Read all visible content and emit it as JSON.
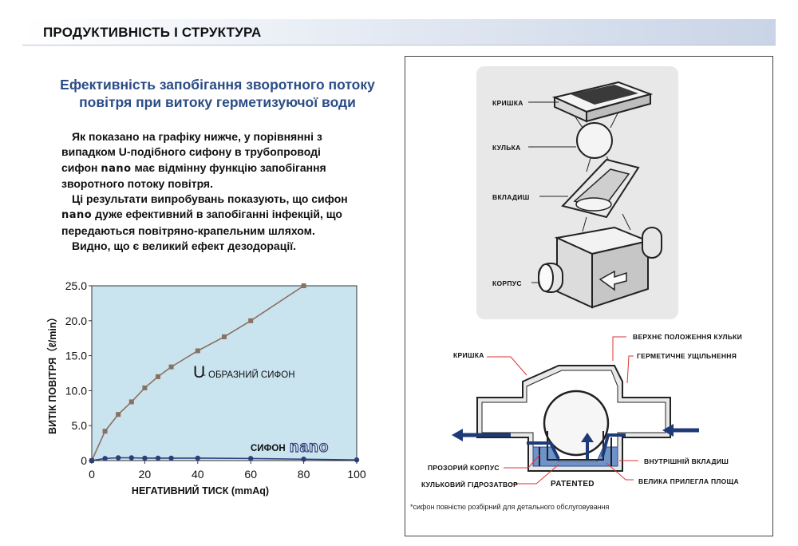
{
  "header": {
    "title": "ПРОДУКТИВНІСТЬ І СТРУКТУРА"
  },
  "subtitle": {
    "line1": "Ефективність запобігання зворотного потоку",
    "line2": "повітря при витоку герметизуючої води"
  },
  "body": {
    "p1_a": "Як показано на графіку нижче, у порівнянні з",
    "p1_b": "випадком U-подібного сифону в трубопроводі",
    "p1_c1": "сифон ",
    "p1_c_nano": "nano",
    "p1_c2": " має відмінну функцію запобігання",
    "p1_d": "зворотного потоку повітря.",
    "p2_a": "Ці результати випробувань показують, що сифон",
    "p2_b_nano": "nano",
    "p2_b": " дуже ефективний в запобіганні інфекцій, що",
    "p2_c": "передаються повітряно-крапельним шляхом.",
    "p3": "Видно, що є великий ефект дезодорації."
  },
  "chart_data": {
    "type": "line",
    "xlabel": "НЕГАТИВНИЙ ТИСК (mmAq)",
    "ylabel": "ВИТІК ПОВІТРЯ（ℓ/min）",
    "xlim": [
      0,
      100
    ],
    "ylim": [
      0,
      25
    ],
    "x_ticks": [
      0,
      20,
      40,
      60,
      80,
      100
    ],
    "y_ticks": [
      "0",
      "5.0",
      "10.0",
      "15.0",
      "20.0",
      "25.0"
    ],
    "grid": false,
    "background": "#c9e3ef",
    "series": [
      {
        "name": "U - ОБРАЗНИЙ СИФОН",
        "color": "#8a7060",
        "x": [
          0,
          5,
          10,
          15,
          20,
          25,
          30,
          40,
          50,
          60,
          80
        ],
        "y": [
          0,
          4.2,
          6.6,
          8.4,
          10.4,
          12.0,
          13.4,
          15.7,
          17.7,
          20.0,
          25.0
        ]
      },
      {
        "name": "СИФОН nano",
        "color": "#2a3f7a",
        "x": [
          0,
          5,
          10,
          15,
          20,
          25,
          30,
          40,
          60,
          80,
          100
        ],
        "y": [
          0,
          0.3,
          0.4,
          0.4,
          0.35,
          0.35,
          0.35,
          0.35,
          0.3,
          0.2,
          0.1
        ]
      }
    ],
    "annotations": {
      "u_label_big": "U",
      "u_label_rest": " - ОБРАЗНИЙ СИФОН",
      "nano_label_prefix": "СИФОН ",
      "nano_label_logo": "nano"
    }
  },
  "diagram": {
    "exploded_labels": {
      "lid": "КРИШКА",
      "ball": "КУЛЬКА",
      "insert": "ВКЛАДИШ",
      "body": "КОРПУС"
    },
    "section_labels": {
      "lid": "КРИШКА",
      "ball_top": "ВЕРХНЄ ПОЛОЖЕННЯ КУЛЬКИ",
      "seal": "ГЕРМЕТИЧНЕ УЩІЛЬНЕННЯ",
      "inner_insert": "ВНУТРІШНІЙ ВКЛАДИШ",
      "clear_body": "ПРОЗОРИЙ КОРПУС",
      "ball_seal": "КУЛЬКОВИЙ ГІДРОЗАТВОР",
      "contact": "ВЕЛИКА ПРИЛЕГЛА ПЛОЩА",
      "patented": "PATENTED"
    },
    "colors": {
      "water": "#6f93c8",
      "arrow": "#1f3a78",
      "leader": "#d33"
    }
  },
  "footnote": "*сифон повністю розбірний для детального обслуговування"
}
